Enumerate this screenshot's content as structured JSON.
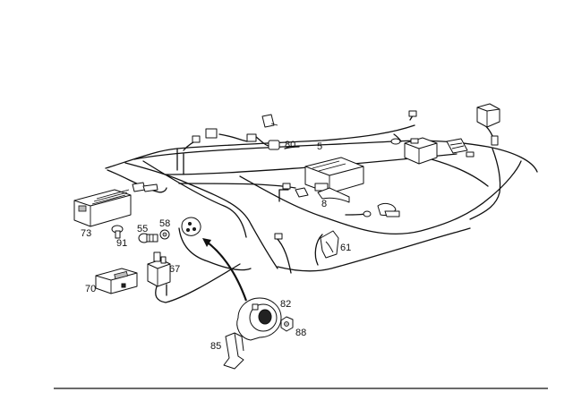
{
  "labels": {
    "l5": "5",
    "l8": "8",
    "l55": "55",
    "l58": "58",
    "l61": "61",
    "l67": "67",
    "l70": "70",
    "l73": "73",
    "l80": "80",
    "l82": "82",
    "l85": "85",
    "l88": "88",
    "l91": "91"
  }
}
